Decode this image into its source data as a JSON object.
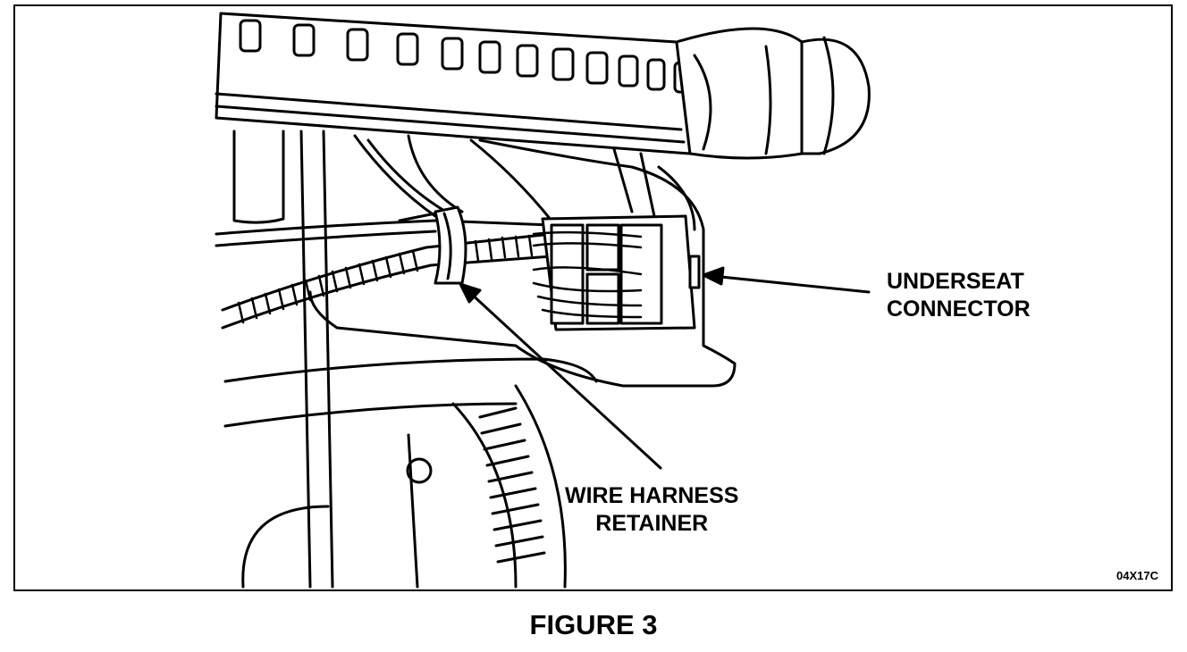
{
  "labels": {
    "underseat_line1": "UNDERSEAT",
    "underseat_line2": "CONNECTOR",
    "retainer_line1": "WIRE HARNESS",
    "retainer_line2": "RETAINER",
    "figure_id": "04X17C"
  },
  "caption": "FIGURE 3",
  "colors": {
    "ink": "#000000",
    "paper": "#ffffff"
  }
}
